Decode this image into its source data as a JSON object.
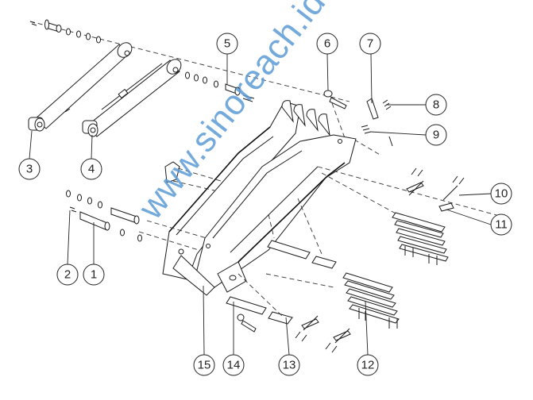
{
  "diagram": {
    "type": "exploded-parts-diagram",
    "subject": "loader boom assembly with hydraulic cylinders",
    "watermark": "www.sinoreach.id",
    "colors": {
      "line": "#1a1a1a",
      "watermark": "#5b9bd5",
      "background": "#ffffff"
    },
    "callouts": [
      {
        "id": "1",
        "label": "1",
        "part": "pin"
      },
      {
        "id": "2",
        "label": "2",
        "part": "bolt"
      },
      {
        "id": "3",
        "label": "3",
        "part": "hydraulic-cylinder"
      },
      {
        "id": "4",
        "label": "4",
        "part": "hydraulic-cylinder-with-line"
      },
      {
        "id": "5",
        "label": "5",
        "part": "pin"
      },
      {
        "id": "6",
        "label": "6",
        "part": "grease-fitting-bracket"
      },
      {
        "id": "7",
        "label": "7",
        "part": "bracket"
      },
      {
        "id": "8",
        "label": "8",
        "part": "bolt-set"
      },
      {
        "id": "9",
        "label": "9",
        "part": "fastener-set"
      },
      {
        "id": "10",
        "label": "10",
        "part": "step-bracket"
      },
      {
        "id": "11",
        "label": "11",
        "part": "step-plate"
      },
      {
        "id": "12",
        "label": "12",
        "part": "step-ladder-assembly"
      },
      {
        "id": "13",
        "label": "13",
        "part": "cover-plate"
      },
      {
        "id": "14",
        "label": "14",
        "part": "cover-plate"
      },
      {
        "id": "15",
        "label": "15",
        "part": "boom-frame"
      }
    ]
  }
}
